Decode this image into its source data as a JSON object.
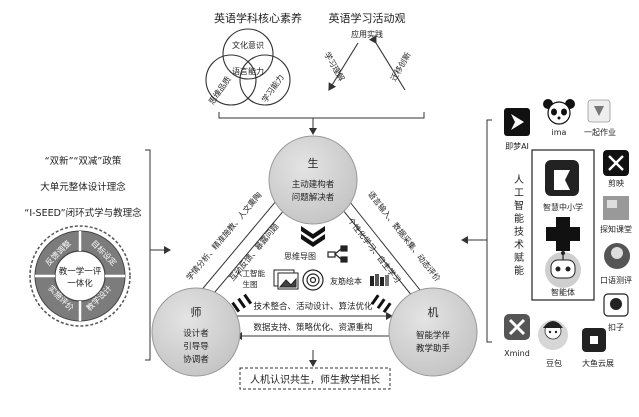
{
  "top_left": {
    "title": "英语学科核心素养",
    "c1": "文化意识",
    "c2": "语言能力",
    "c3": "思维品质",
    "c4": "学习能力"
  },
  "top_right": {
    "title": "英语学习活动观",
    "apex": "应用实践",
    "left_side": "学习理解",
    "right_side": "迁移创新"
  },
  "left_panel": {
    "line1": "“双新”“双减”政策",
    "line2": "大单元整体设计理念",
    "line3": "“I-SEED”闭环式学与教理念",
    "center": [
      "教一学一评",
      "一体化"
    ],
    "ring": [
      "反馈调整",
      "目标设定",
      "教学设计",
      "实施评价"
    ]
  },
  "nodes": {
    "student": {
      "title": "生",
      "l1": "主动建构者",
      "l2": "问题解决者"
    },
    "teacher": {
      "title": "师",
      "l1": "设计者",
      "l2": "引导导",
      "l3": "协调者"
    },
    "machine": {
      "title": "机",
      "l1": "智能学伴",
      "l2": "教学助手"
    }
  },
  "edges": {
    "s_t_outer": "学情分析、精准施教、人文熏陶",
    "s_t_inner": "互动反馈、暴露问题",
    "s_m_outer": "语言输入、数据采集、动态评价",
    "s_m_inner": "个性化学习、自主学习",
    "t_m_upper": "技术整合、活动设计、算法优化",
    "t_m_lower": "数据支持、策略优化、资源重构"
  },
  "center_tools": {
    "mindmap": "思维导图",
    "ai_image": [
      "人工智能",
      "生图"
    ],
    "picture_book": "友筋绘本"
  },
  "bottom": "人机认识共生，师生教学相长",
  "right_panel": {
    "vertical_label": [
      "人",
      "工",
      "智",
      "能",
      "技",
      "术",
      "赋",
      "能"
    ],
    "apps": {
      "jimeng": "即梦AI",
      "ima": "ima",
      "yiqi": "一起作业",
      "jianying": "剪映",
      "tanzhi": "探知课堂",
      "kouyu": "口语测评",
      "kouzi": "扣子",
      "xmind": "Xmind",
      "doubao": "豆包",
      "dayu": "大鱼云展",
      "smart_school": "智慧中小学",
      "agent": "智能体"
    }
  }
}
